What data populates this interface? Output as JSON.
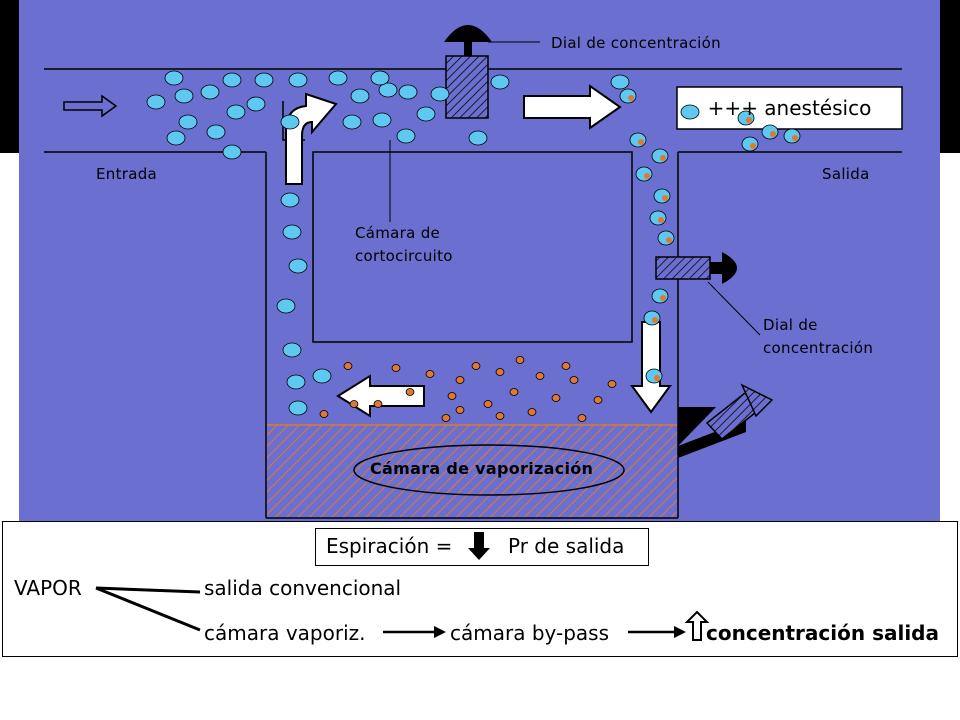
{
  "diagram": {
    "labels": {
      "dial_top": "Dial de concentración",
      "anesthetic_box": "+++ anestésico",
      "entrada": "Entrada",
      "salida": "Salida",
      "bypass_line1": "Cámara de",
      "bypass_line2": "cortocircuito",
      "dial_right_line1": "Dial de",
      "dial_right_line2": "concentración",
      "vaporization": "Cámara de vaporización"
    },
    "colors": {
      "background": "#6b6fcf",
      "blue_dot": "#5ec8f0",
      "orange_dot": "#e07830",
      "hatch": "#e07830",
      "arrow_fill": "#ffffff",
      "outline": "#000000"
    }
  },
  "explanation": {
    "formula_left": "Espiración =",
    "formula_right": "Pr de salida",
    "vapor": "VAPOR",
    "branch1": "salida convencional",
    "branch2_a": "cámara vaporiz.",
    "branch2_b": "cámara by-pass",
    "branch2_c": "concentración salida"
  }
}
